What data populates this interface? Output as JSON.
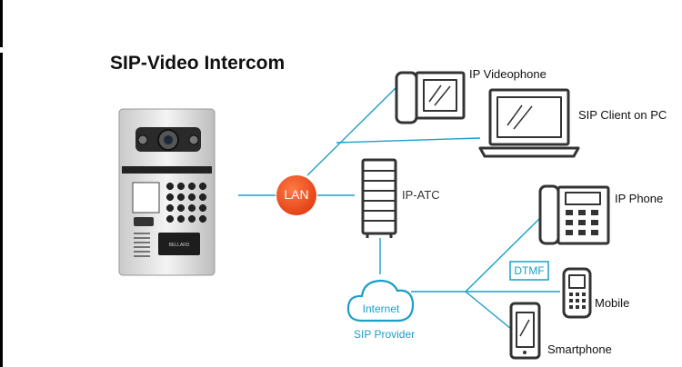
{
  "title": "SIP-Video Intercom",
  "nodes": {
    "lan": "LAN",
    "ip_videophone": "IP Videophone",
    "sip_client": "SIP Client on PC",
    "ip_atc": "IP-ATC",
    "ip_phone": "IP Phone",
    "dtmf": "DTMF",
    "internet": "Internet",
    "sip_provider": "SIP Provider",
    "mobile": "Mobile",
    "smartphone": "Smartphone"
  },
  "panel_brand": "BELLARD",
  "colors": {
    "line": "#1a9fc7",
    "lan": "#ee4a1e",
    "device": "#333333"
  }
}
